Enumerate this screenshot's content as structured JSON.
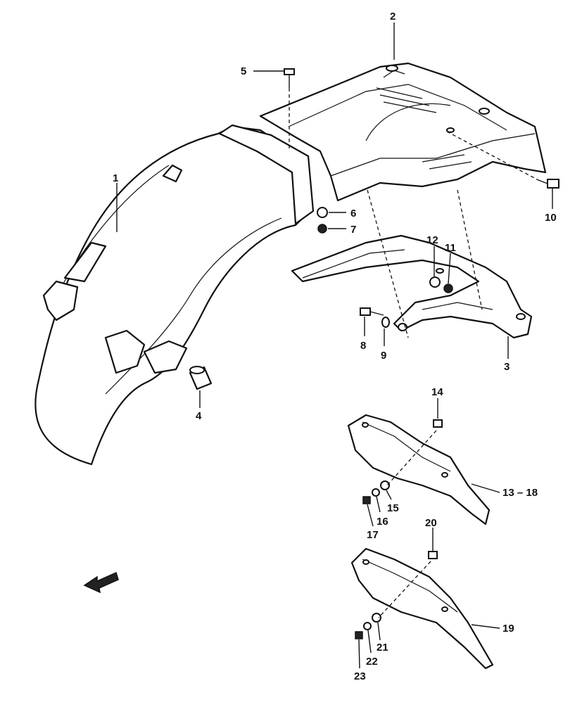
{
  "diagram": {
    "callouts": [
      {
        "id": "c1",
        "text": "1"
      },
      {
        "id": "c2",
        "text": "2"
      },
      {
        "id": "c3",
        "text": "3"
      },
      {
        "id": "c4",
        "text": "4"
      },
      {
        "id": "c5",
        "text": "5"
      },
      {
        "id": "c6",
        "text": "6"
      },
      {
        "id": "c7",
        "text": "7"
      },
      {
        "id": "c8",
        "text": "8"
      },
      {
        "id": "c9",
        "text": "9"
      },
      {
        "id": "c10",
        "text": "10"
      },
      {
        "id": "c11",
        "text": "11"
      },
      {
        "id": "c12",
        "text": "12"
      },
      {
        "id": "c13",
        "text": "13 – 18"
      },
      {
        "id": "c14",
        "text": "14"
      },
      {
        "id": "c15",
        "text": "15"
      },
      {
        "id": "c16",
        "text": "16"
      },
      {
        "id": "c17",
        "text": "17"
      },
      {
        "id": "c19",
        "text": "19"
      },
      {
        "id": "c20",
        "text": "20"
      },
      {
        "id": "c21",
        "text": "21"
      },
      {
        "id": "c22",
        "text": "22"
      },
      {
        "id": "c23",
        "text": "23"
      }
    ],
    "direction_arrow_icon": "front-direction-arrow-icon"
  }
}
